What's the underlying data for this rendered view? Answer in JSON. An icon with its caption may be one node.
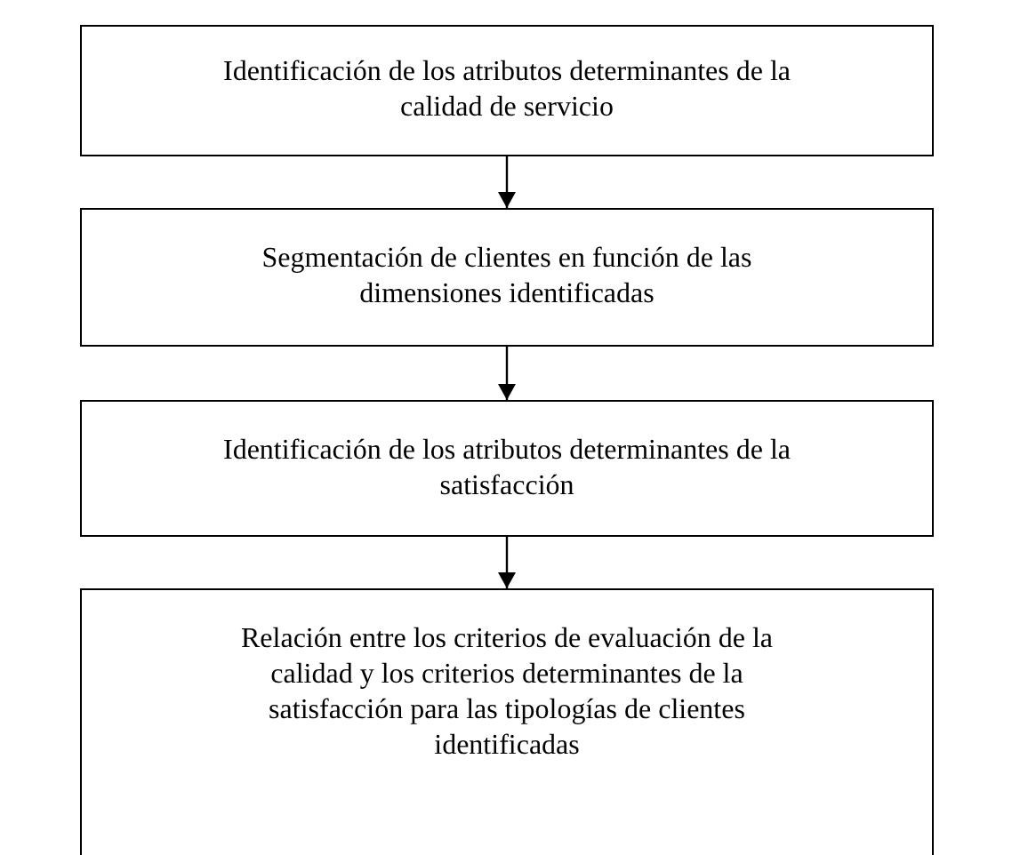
{
  "diagram": {
    "nodes": [
      {
        "text": [
          "Identificación de los atributos determinantes de la calidad de servicio"
        ]
      },
      {
        "text": [
          "Segmentación de clientes en función de las dimensiones identificadas"
        ]
      },
      {
        "text": [
          "Identificación de los atributos determinantes de la satisfacción"
        ]
      },
      {
        "text": [
          "Relación entre los criterios de evaluación de la calidad y los criterios determinantes de la satisfacción para las tipologías de clientes identificadas"
        ]
      }
    ],
    "edges": [
      {
        "from": 0,
        "to": 1,
        "arrow": "to"
      },
      {
        "from": 1,
        "to": 2,
        "arrow": "to"
      },
      {
        "from": 2,
        "to": 3,
        "arrow": "to"
      }
    ]
  }
}
